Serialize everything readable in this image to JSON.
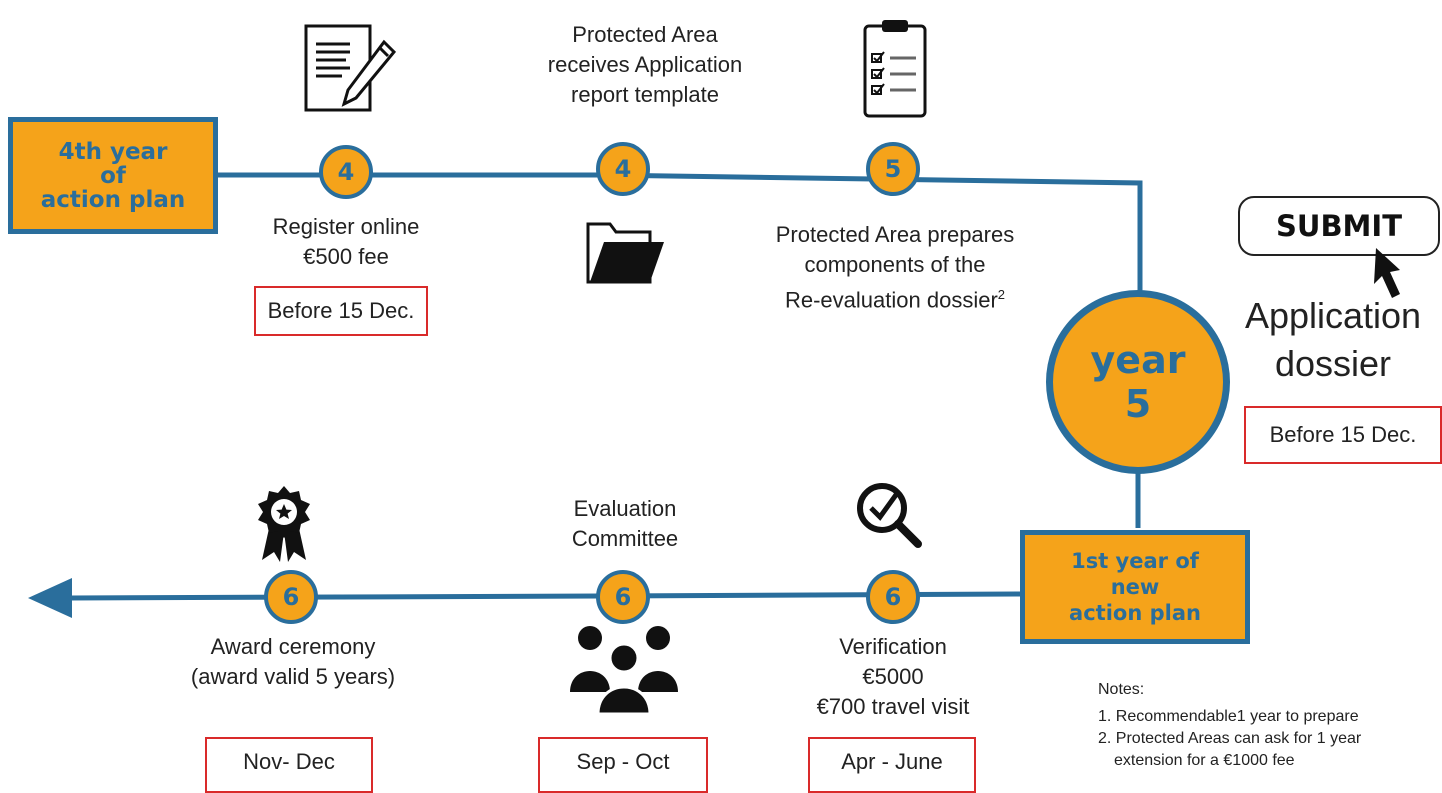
{
  "start_box": {
    "line1": "4th year",
    "line2": "of",
    "line3": "action plan"
  },
  "year_circle": {
    "line1": "year",
    "line2": "5"
  },
  "new_plan_box": {
    "line1": "1st year of",
    "line2": "new",
    "line3": "action plan"
  },
  "steps_top": [
    {
      "number": "4",
      "label_lines": [
        "Register online",
        "€500 fee"
      ],
      "deadline": "Before 15 Dec.",
      "icon": "document-pen-icon"
    },
    {
      "number": "4",
      "label_lines": [
        "Protected Area",
        "receives Application",
        "report template"
      ],
      "icon": "folder-icon"
    },
    {
      "number": "5",
      "label_lines": [
        "Protected Area prepares",
        "components of the",
        "Re-evaluation dossier"
      ],
      "superscript": "2",
      "icon": "checklist-icon"
    }
  ],
  "submit": {
    "button_label": "SUBMIT",
    "caption_line1": "Application",
    "caption_line2": "dossier",
    "deadline": "Before 15 Dec.",
    "icon": "cursor-arrow-icon"
  },
  "steps_bottom": [
    {
      "number": "6",
      "label_lines": [
        "Verification",
        "€5000",
        "€700 travel visit"
      ],
      "deadline": "Apr - June",
      "icon": "magnifier-check-icon"
    },
    {
      "number": "6",
      "label_lines": [
        "Evaluation",
        "Committee"
      ],
      "deadline": "Sep - Oct",
      "icon": "people-group-icon"
    },
    {
      "number": "6",
      "label_lines": [
        "Award ceremony",
        "(award valid 5 years)"
      ],
      "deadline": "Nov- Dec",
      "icon": "award-rosette-icon"
    }
  ],
  "notes": {
    "title": "Notes:",
    "items": [
      "1. Recommendable1 year to prepare",
      "2. Protected Areas can ask for 1 year",
      "extension for a €1000 fee"
    ]
  },
  "colors": {
    "accent": "#f5a31a",
    "line": "#2a6e9c",
    "deadline_border": "#d92a2a"
  }
}
